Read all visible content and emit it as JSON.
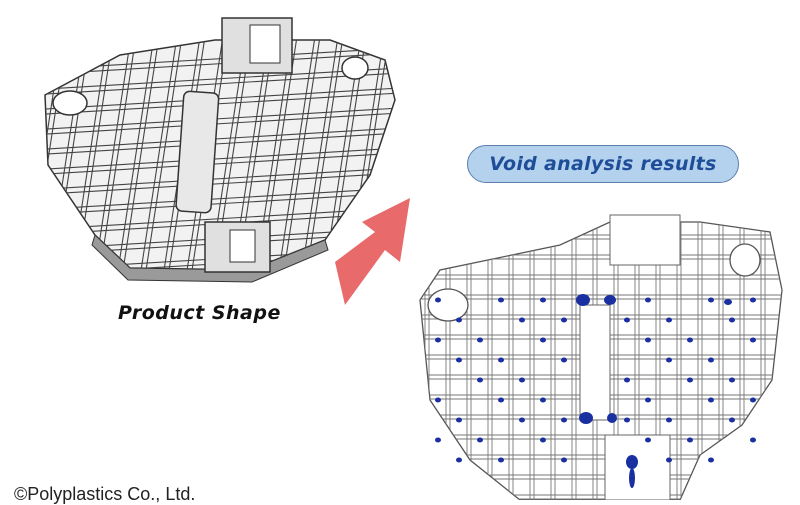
{
  "labels": {
    "product_shape": "Product Shape",
    "void_results": "Void analysis results",
    "copyright": "©Polyplastics Co., Ltd."
  },
  "colors": {
    "arrow": "#e86a6a",
    "void_marks": "#1a2fa0",
    "badge_fill": "#b4d1ee",
    "badge_text": "#1f4e99"
  }
}
